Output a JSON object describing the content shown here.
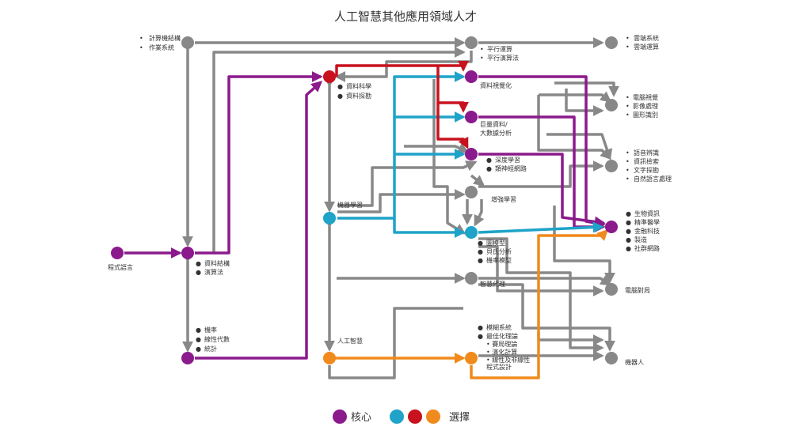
{
  "title": "人工智慧其他應用領域人才",
  "colors": {
    "core": "#8b1a8c",
    "blue": "#1fa3c8",
    "red": "#c8121e",
    "orange": "#f08a1c",
    "gray": "#888888"
  },
  "labels": {
    "prog": "程式語言",
    "cs": [
      "計算機結構",
      "作業系統"
    ],
    "ds": [
      "資料結構",
      "演算法"
    ],
    "math": [
      "機率",
      "線性代數",
      "統計"
    ],
    "datasci": [
      "資料科學",
      "資料探勘"
    ],
    "ml": "機器學習",
    "ai": "人工智慧",
    "parallel": [
      "平行運算",
      "平行演算法"
    ],
    "cloud": [
      "雲端系統",
      "雲端運算"
    ],
    "vis": "資料視覺化",
    "bigdata": [
      "巨量資料/",
      "大數據分析"
    ],
    "dl": [
      "深度學習",
      "類神經網路"
    ],
    "rl": "增強學習",
    "graph": [
      "圖模型",
      "貝氏分析",
      "機率模型"
    ],
    "agent": "智慧代理",
    "fuzzy": [
      "模糊系統",
      "最佳化理論",
      "• 賽局理論",
      "• 演化計算",
      "• 線性及非線性",
      "  程式設計"
    ],
    "cv": [
      "電腦視覺",
      "影像處理",
      "圖形識別"
    ],
    "nlp": [
      "語音辨識",
      "資訊檢索",
      "文字探勘",
      "自然語言處理"
    ],
    "apps": [
      "生物資訊",
      "精準醫學",
      "金融科技",
      "製造",
      "社群網路"
    ],
    "game": "電腦對局",
    "robot": "機器人"
  },
  "legend": {
    "core": "核心",
    "elective": "選擇"
  }
}
